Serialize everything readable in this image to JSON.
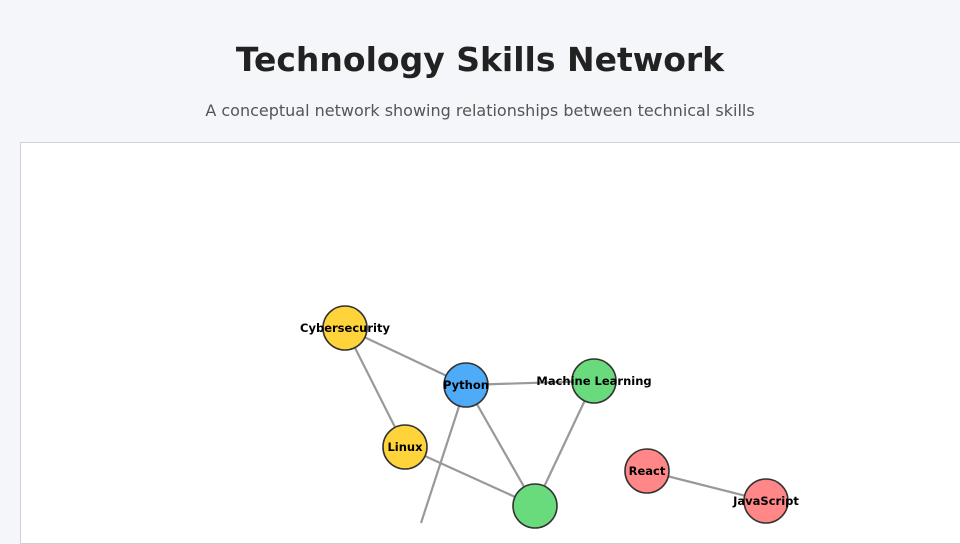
{
  "header": {
    "title": "Technology Skills Network",
    "subtitle": "A conceptual network showing relationships between technical skills"
  },
  "colors": {
    "security": "#ffd43b",
    "language": "#4dabf7",
    "data": "#69db7c",
    "web": "#ff8787"
  },
  "nodes": [
    {
      "id": "cyber",
      "label": "Cybersecurity",
      "group": "security"
    },
    {
      "id": "python",
      "label": "Python",
      "group": "language"
    },
    {
      "id": "ml",
      "label": "Machine Learning",
      "group": "data"
    },
    {
      "id": "linux",
      "label": "Linux",
      "group": "security"
    },
    {
      "id": "hidden",
      "label": "",
      "group": "data"
    },
    {
      "id": "react",
      "label": "React",
      "group": "web"
    },
    {
      "id": "js",
      "label": "JavaScript",
      "group": "web"
    }
  ],
  "edges": [
    [
      "cyber",
      "python"
    ],
    [
      "cyber",
      "linux"
    ],
    [
      "python",
      "ml"
    ],
    [
      "python",
      "hidden"
    ],
    [
      "ml",
      "hidden"
    ],
    [
      "linux",
      "hidden"
    ],
    [
      "react",
      "js"
    ],
    [
      "python",
      "offscreen"
    ]
  ]
}
